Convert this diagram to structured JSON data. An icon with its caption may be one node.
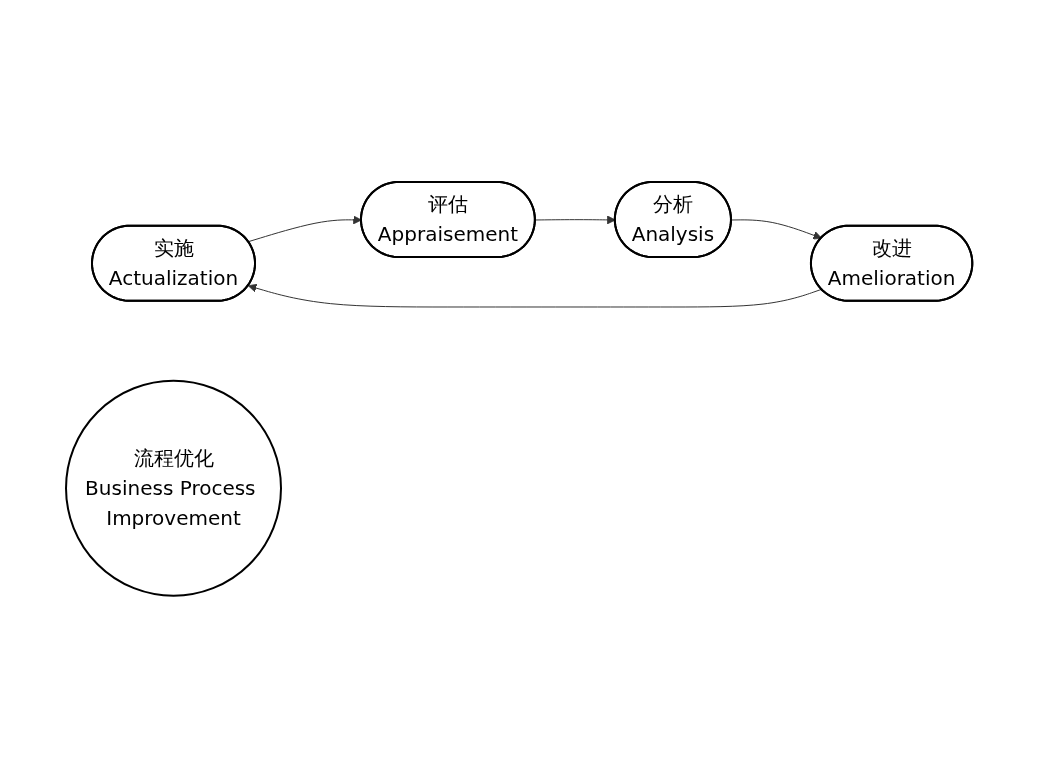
{
  "diagram": {
    "nodes": [
      {
        "text": [
          "实施",
          "Actualization"
        ]
      },
      {
        "text": [
          "评估",
          "Appraisement"
        ]
      },
      {
        "text": [
          "流程优化",
          "Business Process Improvement"
        ]
      },
      {
        "text": [
          "改进",
          "Amelioration"
        ]
      },
      {
        "text": [
          "分析",
          "Analysis"
        ]
      }
    ],
    "edges": [
      {
        "from": 0,
        "to": 1,
        "arrow": "to"
      },
      {
        "from": 1,
        "to": 4,
        "arrow": "to"
      },
      {
        "from": 4,
        "to": 3,
        "arrow": "to"
      },
      {
        "from": 3,
        "to": 0,
        "arrow": "to"
      }
    ]
  }
}
